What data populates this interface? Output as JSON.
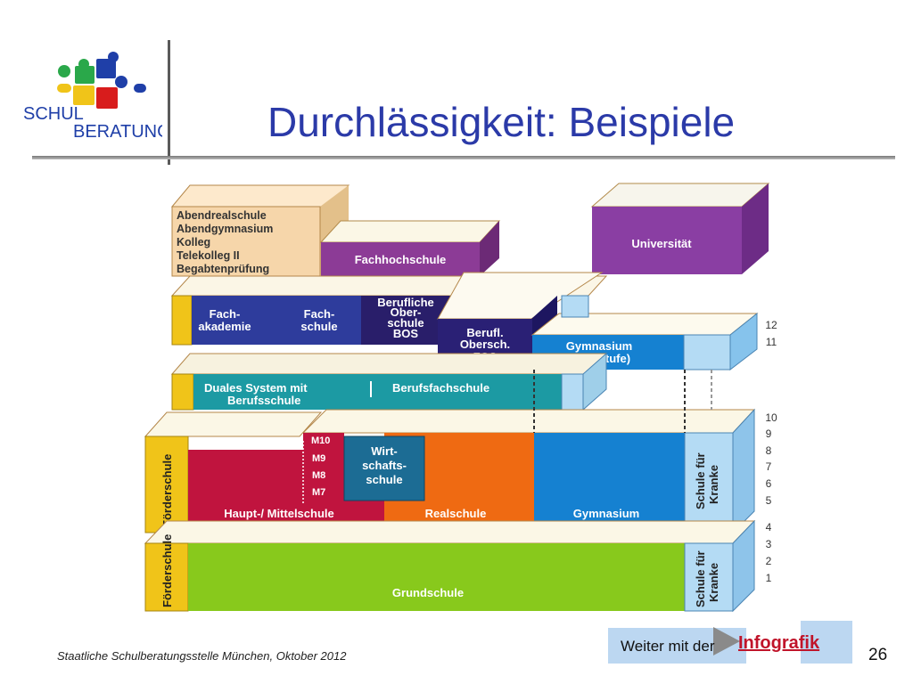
{
  "slide": {
    "title": "Durchlässigkeit: Beispiele",
    "footer": "Staatliche Schulberatungsstelle München, Oktober 2012",
    "page_number": "26"
  },
  "logo": {
    "line1": "SCHUL",
    "line2": "BERATUNG"
  },
  "navigation": {
    "prefix": "Weiter mit der",
    "link": "Infografik"
  },
  "diagram": {
    "blocks": {
      "abend": [
        "Abendrealschule",
        "Abendgymnasium",
        "Kolleg",
        "Telekolleg II",
        "Begabtenprüfung"
      ],
      "fachhochschule": "Fachhochschule",
      "universitaet": "Universität",
      "fachakademie": [
        "Fach-",
        "akademie"
      ],
      "fachschule": [
        "Fach-",
        "schule"
      ],
      "bos": [
        "Berufliche",
        "Ober-",
        "schule",
        "BOS"
      ],
      "fos": [
        "Berufl.",
        "Obersch.",
        "FOS"
      ],
      "gymnasium_oberstufe": [
        "Gymnasium",
        "(Oberstufe)"
      ],
      "duales": [
        "Duales System mit",
        "Berufsschule"
      ],
      "berufsfachschule": "Berufsfachschule",
      "wirtschaftsschule": [
        "Wirt-",
        "schafts-",
        "schule"
      ],
      "mittelschule_grades": [
        "M10",
        "M9",
        "M8",
        "M7"
      ],
      "hauptschule": "Haupt-/ Mittelschule",
      "realschule": "Realschule",
      "gymnasium": "Gymnasium",
      "kranke": [
        "Schule für",
        "Kranke"
      ],
      "foerderschule": "Förderschule",
      "grundschule": "Grundschule"
    },
    "grades": [
      "12",
      "11",
      "10",
      "9",
      "8",
      "7",
      "6",
      "5",
      "4",
      "3",
      "2",
      "1"
    ]
  }
}
